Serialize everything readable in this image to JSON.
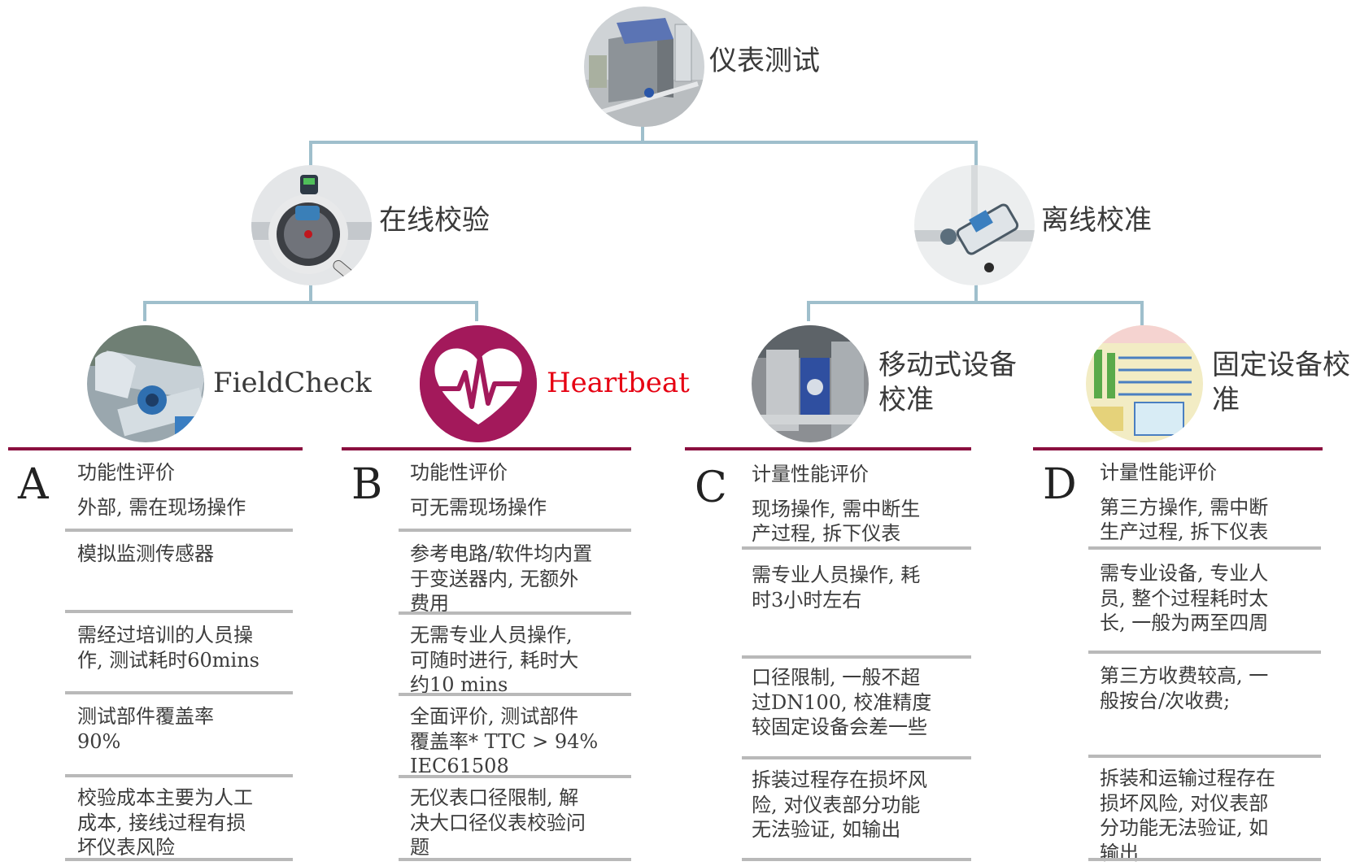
{
  "root": {
    "label": "仪表测试",
    "icon": "building-render-icon"
  },
  "level2": [
    {
      "label": "在线校验",
      "icon": "magnifier-flowmeter-icon"
    },
    {
      "label": "离线校准",
      "icon": "flowmeter-dismount-icon"
    }
  ],
  "level3": [
    {
      "label": "FieldCheck",
      "icon": "field-worker-photo-icon",
      "highlight": false
    },
    {
      "label": "Heartbeat",
      "icon": "heart-pulse-icon",
      "highlight": true,
      "color": "#e60012"
    },
    {
      "label": "移动式设备校准",
      "icon": "mobile-calibration-rig-icon",
      "highlight": false
    },
    {
      "label": "固定设备校准",
      "icon": "fixed-calibration-schematic-icon",
      "highlight": false
    }
  ],
  "columns": [
    {
      "letter": "A",
      "rows": [
        {
          "lines": [
            "功能性评价",
            "外部, 需在现场操作"
          ]
        },
        {
          "lines": [
            "模拟监测传感器"
          ]
        },
        {
          "lines": [
            "需经过培训的人员操",
            "作, 测试耗时60mins"
          ]
        },
        {
          "lines": [
            "测试部件覆盖率",
            "90%"
          ]
        },
        {
          "lines": [
            " 校验成本主要为人工",
            "成本, 接线过程有损",
            "坏仪表风险"
          ]
        }
      ]
    },
    {
      "letter": "B",
      "rows": [
        {
          "lines": [
            "功能性评价",
            "可无需现场操作"
          ]
        },
        {
          "lines": [
            "参考电路/软件均内置",
            "于变送器内, 无额外",
            "费用"
          ]
        },
        {
          "lines": [
            "无需专业人员操作,",
            "可随时进行, 耗时大",
            "约10 mins"
          ]
        },
        {
          "lines": [
            "全面评价, 测试部件",
            "覆盖率* TTC > 94%",
            "IEC61508"
          ]
        },
        {
          "lines": [
            "无仪表口径限制, 解",
            "决大口径仪表校验问",
            "题"
          ]
        }
      ]
    },
    {
      "letter": "C",
      "rows": [
        {
          "lines": [
            "计量性能评价",
            "现场操作, 需中断生",
            "产过程, 拆下仪表"
          ]
        },
        {
          "lines": [
            "需专业人员操作, 耗",
            "时3小时左右"
          ]
        },
        {
          "lines": [
            "口径限制, 一般不超",
            "过DN100, 校准精度",
            "较固定设备会差一些"
          ]
        },
        {
          "lines": [
            "拆装过程存在损坏风",
            "险, 对仪表部分功能",
            "无法验证, 如输出"
          ]
        }
      ]
    },
    {
      "letter": "D",
      "rows": [
        {
          "lines": [
            "计量性能评价",
            "第三方操作, 需中断",
            "生产过程, 拆下仪表"
          ]
        },
        {
          "lines": [
            "需专业设备, 专业人",
            "员, 整个过程耗时太",
            "长, 一般为两至四周"
          ]
        },
        {
          "lines": [
            "第三方收费较高, 一",
            "般按台/次收费;"
          ]
        },
        {
          "lines": [
            "拆装和运输过程存在",
            "损坏风险, 对仪表部",
            "分功能无法验证, 如",
            "输出"
          ]
        }
      ]
    }
  ],
  "colors": {
    "connector": "#9fbfcc",
    "column_bar": "#8a0f3f",
    "separator": "#b9b9b9",
    "heart_bg": "#a3195b",
    "highlight_text": "#e60012"
  }
}
